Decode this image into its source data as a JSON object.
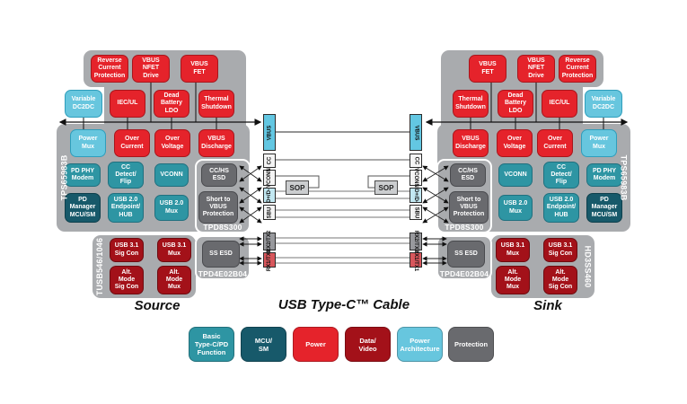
{
  "title": "USB Type-C™ Cable",
  "source": {
    "label": "Source",
    "chips": {
      "main": "TPS65983B",
      "mux": "TUSB546/1046",
      "esd_hs": "TPD8S300",
      "esd_ss": "TPD4E02B04"
    }
  },
  "sink": {
    "label": "Sink",
    "chips": {
      "main": "TPS65983B",
      "mux": "HD3SS460",
      "esd_hs": "TPD8S300",
      "esd_ss": "TPD4E02B04"
    }
  },
  "block_labels": {
    "reverse_current": "Reverse\nCurrent\nProtection",
    "vbus_nfet": "VBUS\nNFET\nDrive",
    "vbus_fet": "VBUS\nFET",
    "variable_dc2dc": "Variable\nDC2DC",
    "iec_ul": "IEC/UL",
    "dead_battery": "Dead\nBattery\nLDO",
    "thermal": "Thermal\nShutdown",
    "power_mux": "Power\nMux",
    "over_current": "Over\nCurrent",
    "over_voltage": "Over\nVoltage",
    "vbus_discharge": "VBUS\nDischarge",
    "pd_phy": "PD PHY\nModem",
    "cc_detect": "CC\nDetect/\nFlip",
    "vconn": "VCONN",
    "cchs_esd": "CC/HS\nESD",
    "pd_manager": "PD\nManager\nMCU/SM",
    "usb2_endpoint": "USB 2.0\nEndpoint/\nHUB",
    "usb2_mux": "USB 2.0\nMux",
    "short_vbus": "Short to\nVBUS\nProtection",
    "usb31_sig": "USB 3.1\nSig Con",
    "usb31_mux": "USB 3.1\nMux",
    "alt_sig": "Alt.\nMode\nSig Con",
    "alt_mux": "Alt.\nMode\nMux",
    "ss_esd": "SS ESD"
  },
  "connector": {
    "sop": "SOP",
    "segments": {
      "vbus": "VBUS",
      "cc": "CC",
      "vconn": "VCONN",
      "dp": "D+/D-",
      "sbu": "SBU",
      "rx2": "RX2/TX2",
      "rx1": "RX1/TX1"
    }
  },
  "legend": {
    "items": [
      {
        "key": "basic",
        "label": "Basic\nType-C/PD\nFunction",
        "color": "#2E95A3"
      },
      {
        "key": "mcu",
        "label": "MCU/\nSM",
        "color": "#17596A"
      },
      {
        "key": "power",
        "label": "Power",
        "color": "#E5232B"
      },
      {
        "key": "data",
        "label": "Data/\nVideo",
        "color": "#A31119"
      },
      {
        "key": "arch",
        "label": "Power\nArchitecture",
        "color": "#67C6DE"
      },
      {
        "key": "prot",
        "label": "Protection",
        "color": "#696A6E"
      }
    ]
  },
  "colors": {
    "container_gray": "#A9ABAE",
    "esd_block_gray": "#696A6E",
    "vbus_segment_cyan": "#63C7E2",
    "dp_segment_cyan": "#C2E8F2",
    "rx1_segment_red": "#D8575C",
    "wire_gray": "#555555"
  }
}
